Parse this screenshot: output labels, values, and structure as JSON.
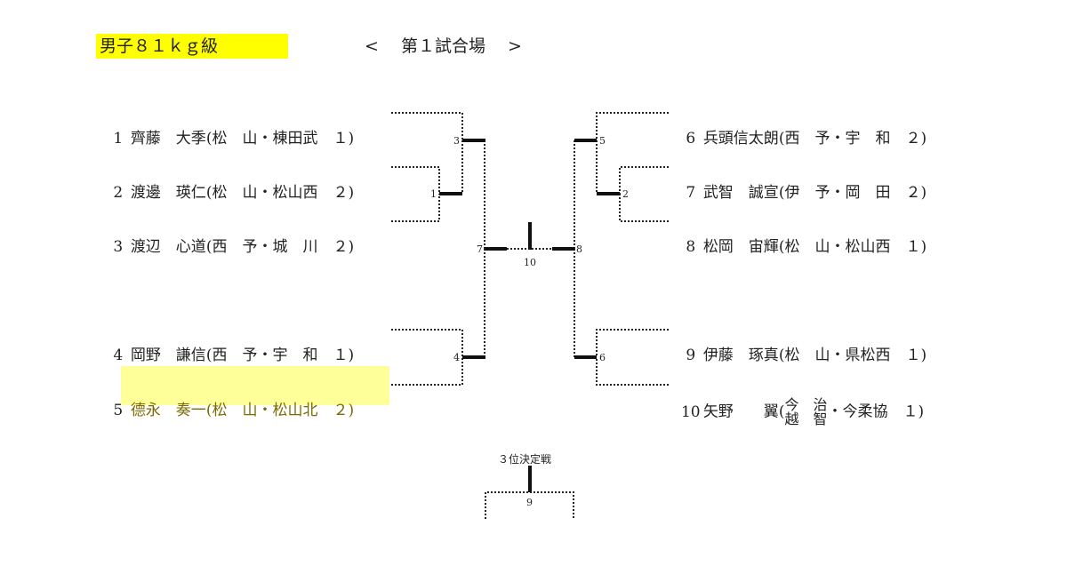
{
  "header": {
    "division": "男子８１ｋｇ級",
    "mat": "<　 第１試合場　 >"
  },
  "left_entries": [
    {
      "no": "1",
      "name": "齊藤　大季",
      "pref": "松　山",
      "school": "棟田武",
      "grade": "１"
    },
    {
      "no": "2",
      "name": "渡邊　瑛仁",
      "pref": "松　山",
      "school": "松山西",
      "grade": "２"
    },
    {
      "no": "3",
      "name": "渡辺　心道",
      "pref": "西　予",
      "school": "城　川",
      "grade": "２"
    },
    {
      "no": "4",
      "name": "岡野　謙信",
      "pref": "西　予",
      "school": "宇　和",
      "grade": "１"
    },
    {
      "no": "5",
      "name": "德永　奏一",
      "pref": "松　山",
      "school": "松山北",
      "grade": "２"
    }
  ],
  "right_entries": [
    {
      "no": "6",
      "name": "兵頭信太朗",
      "pref": "西　予",
      "school": "宇　和",
      "grade": "２"
    },
    {
      "no": "7",
      "name": "武智　誠宣",
      "pref": "伊　予",
      "school": "岡　田",
      "grade": "２"
    },
    {
      "no": "8",
      "name": "松岡　宙輝",
      "pref": "松　山",
      "school": "松山西",
      "grade": "１"
    },
    {
      "no": "9",
      "name": "伊藤　琢真",
      "pref": "松　山",
      "school": "県松西",
      "grade": "１"
    },
    {
      "no": "10",
      "name": "矢野　　翼",
      "pref_top": "今　治",
      "pref_bottom": "越　智",
      "school": "今柔協",
      "grade": "１"
    }
  ],
  "matches": {
    "m1": "1",
    "m2": "2",
    "m3": "3",
    "m4": "4",
    "m5": "5",
    "m6": "6",
    "m7": "7",
    "m8": "8",
    "m9": "9",
    "m10": "10"
  },
  "third_place": {
    "title": "３位決定戦"
  },
  "punct": {
    "open": "(",
    "close": ")",
    "dot": "・"
  }
}
